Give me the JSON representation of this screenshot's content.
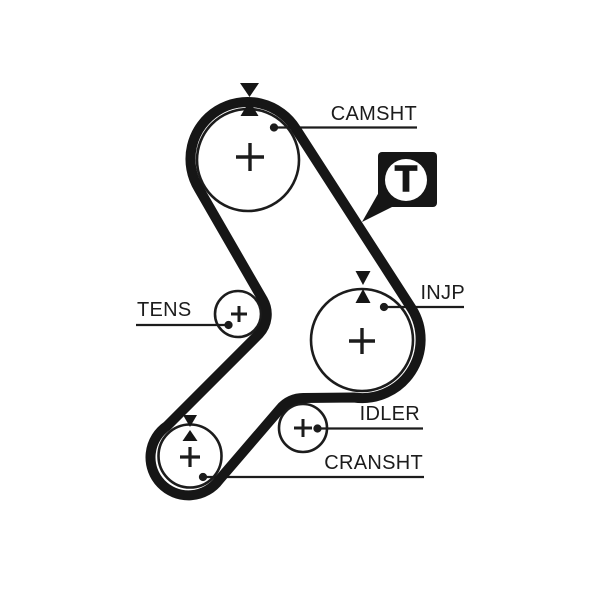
{
  "diagram": {
    "type": "timing-belt-routing",
    "background_color": "#ffffff",
    "ink_color": "#1c1c1c",
    "belt_color": "#161616",
    "pulleys": [
      {
        "id": "camshaft",
        "label": "CAMSHT",
        "timing_mark": true
      },
      {
        "id": "tensioner",
        "label": "TENS",
        "timing_mark": false
      },
      {
        "id": "injection_pump",
        "label": "INJP",
        "timing_mark": true
      },
      {
        "id": "idler",
        "label": "IDLER",
        "timing_mark": false
      },
      {
        "id": "crankshaft",
        "label": "CRANSHT",
        "timing_mark": true
      }
    ],
    "badge": {
      "letter": "T"
    },
    "icons": {
      "timing_mark": "double-triangle-pointer",
      "pulley_center": "plus-cross",
      "badge_shape": "letter-in-circle-speech-bubble"
    }
  }
}
